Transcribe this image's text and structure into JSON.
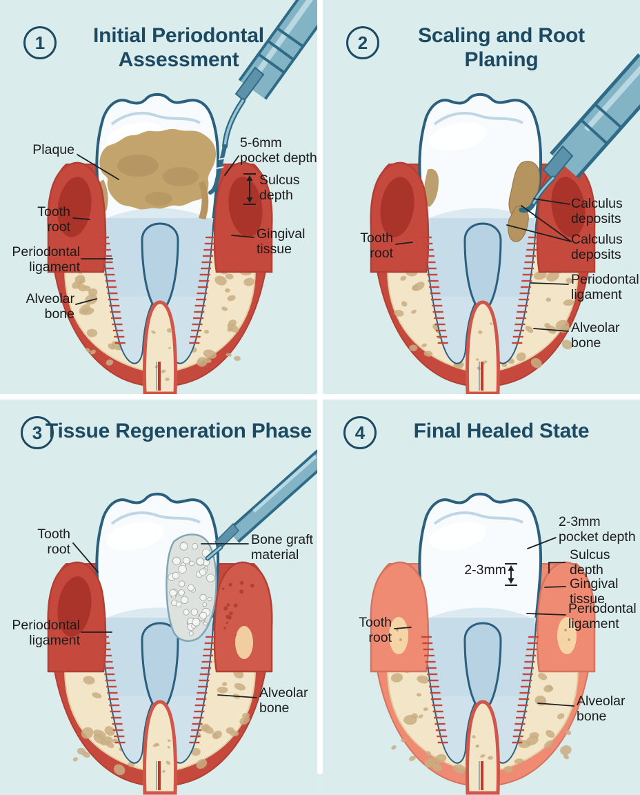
{
  "figure": {
    "type": "dental-periodontal-treatment-stages",
    "background_color": "#dceded",
    "divider_color": "#ffffff",
    "heading_color": "#1c4a63",
    "label_color": "#1b1b1b",
    "gum_inflamed_color": "#c6493d",
    "gum_healthy_color": "#ef8a73",
    "bone_color": "#f3e5c8",
    "plaque_color": "#c2a46c",
    "tooth_outline_color": "#2a5f7e",
    "tool_color": "#82b4c6"
  },
  "panels": [
    {
      "id": "initial-assessment",
      "number": "1",
      "title": "Initial Periodontal\nAssessment",
      "labels": {
        "plaque": "Plaque",
        "pocket_depth": "5-6mm\npocket depth",
        "sulcus_depth": "Sulcus\ndepth",
        "gingival_tissue": "Gingival\ntissue",
        "tooth_root": "Tooth\nroot",
        "periodontal_ligament": "Periodontal\nligament",
        "alveolar_bone": "Alveolar\nbone"
      }
    },
    {
      "id": "scaling-root-planing",
      "number": "2",
      "title": "Scaling and Root\nPlaning",
      "labels": {
        "tooth_root": "Tooth\nroot",
        "calculus_deposits_1": "Calculus\ndeposits",
        "calculus_deposits_2": "Calculus\ndeposits",
        "periodontal_ligament": "Periodontal\nligament",
        "alveolar_bone": "Alveolar\nbone"
      }
    },
    {
      "id": "tissue-regeneration",
      "number": "3",
      "title": "Tissue Regeneration Phase",
      "labels": {
        "tooth_root": "Tooth\nroot",
        "bone_graft_material": "Bone graft\nmaterial",
        "periodontal_ligament": "Periodontal\nligament",
        "alveolar_bone": "Alveolar\nbone"
      }
    },
    {
      "id": "final-healed",
      "number": "4",
      "title": "Final Healed State",
      "labels": {
        "pocket_depth": "2-3mm\npocket depth",
        "sulcus_depth": "Sulcus\ndepth",
        "gingival_tissue": "Gingival\ntissue",
        "measurement": "2-3mm",
        "periodontal_ligament": "Periodontal\nligament",
        "tooth_root": "Tooth\nroot",
        "alveolar_bone": "Alveolar\nbone"
      }
    }
  ]
}
